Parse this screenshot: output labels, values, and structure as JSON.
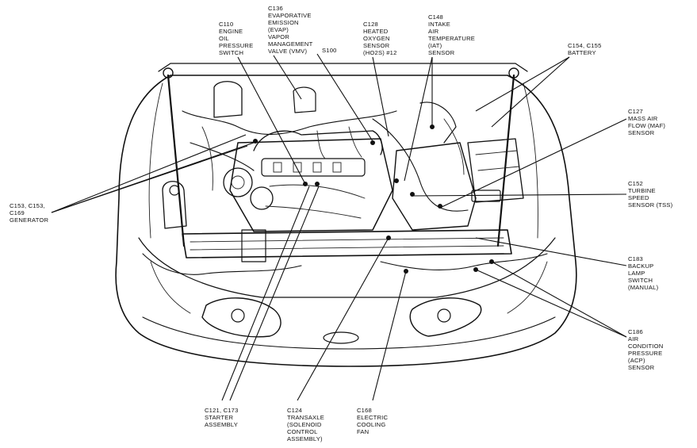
{
  "callouts": [
    {
      "id": "c110",
      "lines": [
        "C110",
        "ENGINE",
        "OIL",
        "PRESSURE",
        "SWITCH"
      ]
    },
    {
      "id": "c136",
      "lines": [
        "C136",
        "EVAPORATIVE",
        "EMISSION",
        "(EVAP)",
        "VAPOR",
        "MANAGEMENT",
        "VALVE (VMV)"
      ]
    },
    {
      "id": "s100",
      "lines": [
        "S100"
      ]
    },
    {
      "id": "c128",
      "lines": [
        "C128",
        "HEATED",
        "OXYGEN",
        "SENSOR",
        "(HO2S) #12"
      ]
    },
    {
      "id": "c148",
      "lines": [
        "C148",
        "INTAKE",
        "AIR",
        "TEMPERATURE",
        "(IAT)",
        "SENSOR"
      ]
    },
    {
      "id": "c154",
      "lines": [
        "C154, C155",
        "BATTERY"
      ]
    },
    {
      "id": "c127",
      "lines": [
        "C127",
        "MASS AIR",
        "FLOW (MAF)",
        "SENSOR"
      ]
    },
    {
      "id": "c152",
      "lines": [
        "C152",
        "TURBINE",
        "SPEED",
        "SENSOR (TSS)"
      ]
    },
    {
      "id": "c183",
      "lines": [
        "C183",
        "BACKUP",
        "LAMP",
        "SWITCH",
        "(MANUAL)"
      ]
    },
    {
      "id": "c186",
      "lines": [
        "C186",
        "AIR",
        "CONDITION",
        "PRESSURE",
        "(ACP)",
        "SENSOR"
      ]
    },
    {
      "id": "c153",
      "lines": [
        "C153, C153,",
        "C169",
        "GENERATOR"
      ]
    },
    {
      "id": "c121",
      "lines": [
        "C121, C173",
        "STARTER",
        "ASSEMBLY"
      ]
    },
    {
      "id": "c124",
      "lines": [
        "C124",
        "TRANSAXLE",
        "(SOLENOID",
        "CONTROL",
        "ASSEMBLY)"
      ]
    },
    {
      "id": "c168",
      "lines": [
        "C168",
        "ELECTRIC",
        "COOLING",
        "FAN"
      ]
    }
  ]
}
